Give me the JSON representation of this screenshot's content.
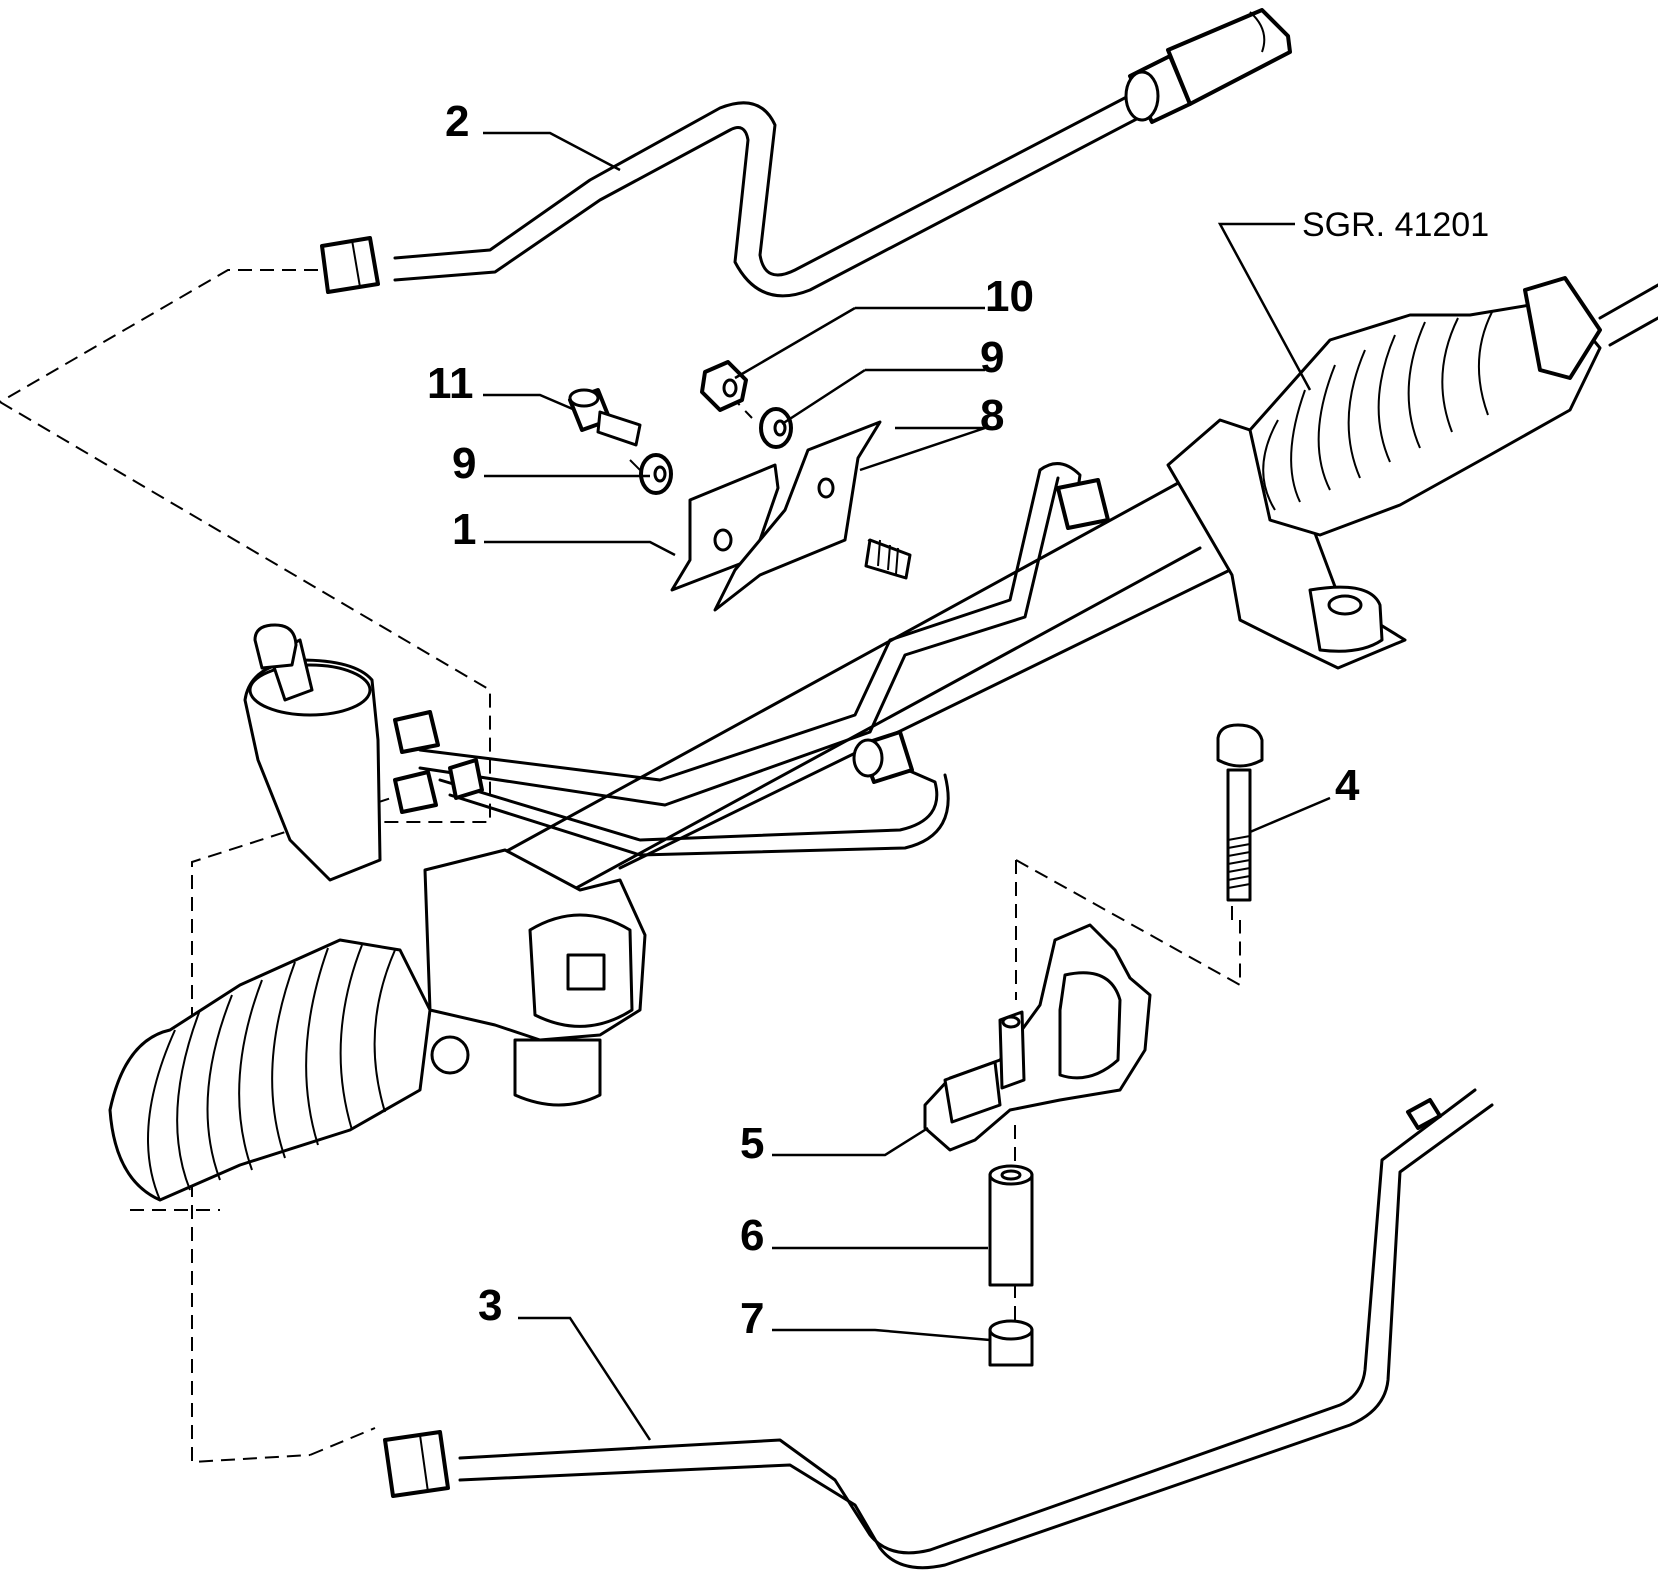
{
  "diagram": {
    "reference_label": "SGR. 41201",
    "callouts": {
      "c1": "1",
      "c2": "2",
      "c3": "3",
      "c4": "4",
      "c5": "5",
      "c6": "6",
      "c7": "7",
      "c8": "8",
      "c9a": "9",
      "c9b": "9",
      "c10": "10",
      "c11": "11"
    }
  }
}
